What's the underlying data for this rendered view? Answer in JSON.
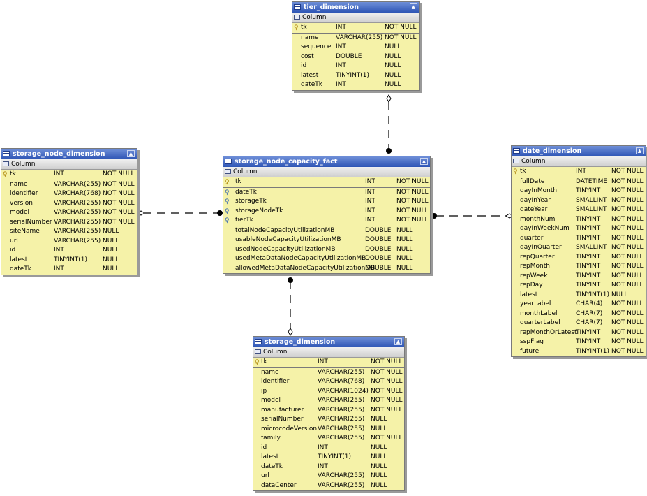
{
  "header_label": "Column",
  "tables": {
    "tier_dimension": {
      "title": "tier_dimension",
      "pk": [
        [
          "tk",
          "INT",
          "NOT NULL"
        ]
      ],
      "fk": [],
      "cols": [
        [
          "name",
          "VARCHAR(255)",
          "NOT NULL"
        ],
        [
          "sequence",
          "INT",
          "NULL"
        ],
        [
          "cost",
          "DOUBLE",
          "NULL"
        ],
        [
          "id",
          "INT",
          "NULL"
        ],
        [
          "latest",
          "TINYINT(1)",
          "NULL"
        ],
        [
          "dateTk",
          "INT",
          "NULL"
        ]
      ]
    },
    "storage_node_dimension": {
      "title": "storage_node_dimension",
      "pk": [
        [
          "tk",
          "INT",
          "NOT NULL"
        ]
      ],
      "fk": [],
      "cols": [
        [
          "name",
          "VARCHAR(255)",
          "NOT NULL"
        ],
        [
          "identifier",
          "VARCHAR(768)",
          "NOT NULL"
        ],
        [
          "version",
          "VARCHAR(255)",
          "NOT NULL"
        ],
        [
          "model",
          "VARCHAR(255)",
          "NOT NULL"
        ],
        [
          "serialNumber",
          "VARCHAR(255)",
          "NOT NULL"
        ],
        [
          "siteName",
          "VARCHAR(255)",
          "NULL"
        ],
        [
          "url",
          "VARCHAR(255)",
          "NULL"
        ],
        [
          "id",
          "INT",
          "NULL"
        ],
        [
          "latest",
          "TINYINT(1)",
          "NULL"
        ],
        [
          "dateTk",
          "INT",
          "NULL"
        ]
      ]
    },
    "storage_node_capacity_fact": {
      "title": "storage_node_capacity_fact",
      "pk": [
        [
          "tk",
          "INT",
          "NOT NULL"
        ]
      ],
      "fk": [
        [
          "dateTk",
          "INT",
          "NOT NULL"
        ],
        [
          "storageTk",
          "INT",
          "NOT NULL"
        ],
        [
          "storageNodeTk",
          "INT",
          "NOT NULL"
        ],
        [
          "tierTk",
          "INT",
          "NOT NULL"
        ]
      ],
      "cols": [
        [
          "totalNodeCapacityUtilizationMB",
          "DOUBLE",
          "NULL"
        ],
        [
          "usableNodeCapacityUtilizationMB",
          "DOUBLE",
          "NULL"
        ],
        [
          "usedNodeCapacityUtilizationMB",
          "DOUBLE",
          "NULL"
        ],
        [
          "usedMetaDataNodeCapacityUtilizationMB",
          "DOUBLE",
          "NULL"
        ],
        [
          "allowedMetaDataNodeCapacityUtilizationMB",
          "DOUBLE",
          "NULL"
        ]
      ]
    },
    "date_dimension": {
      "title": "date_dimension",
      "pk": [
        [
          "tk",
          "INT",
          "NOT NULL"
        ]
      ],
      "fk": [],
      "cols": [
        [
          "fullDate",
          "DATETIME",
          "NOT NULL"
        ],
        [
          "dayInMonth",
          "TINYINT",
          "NOT NULL"
        ],
        [
          "dayInYear",
          "SMALLINT",
          "NOT NULL"
        ],
        [
          "dateYear",
          "SMALLINT",
          "NOT NULL"
        ],
        [
          "monthNum",
          "TINYINT",
          "NOT NULL"
        ],
        [
          "dayInWeekNum",
          "TINYINT",
          "NOT NULL"
        ],
        [
          "quarter",
          "TINYINT",
          "NOT NULL"
        ],
        [
          "dayInQuarter",
          "SMALLINT",
          "NOT NULL"
        ],
        [
          "repQuarter",
          "TINYINT",
          "NOT NULL"
        ],
        [
          "repMonth",
          "TINYINT",
          "NOT NULL"
        ],
        [
          "repWeek",
          "TINYINT",
          "NOT NULL"
        ],
        [
          "repDay",
          "TINYINT",
          "NOT NULL"
        ],
        [
          "latest",
          "TINYINT(1)",
          "NULL"
        ],
        [
          "yearLabel",
          "CHAR(4)",
          "NOT NULL"
        ],
        [
          "monthLabel",
          "CHAR(7)",
          "NOT NULL"
        ],
        [
          "quarterLabel",
          "CHAR(7)",
          "NOT NULL"
        ],
        [
          "repMonthOrLatest",
          "TINYINT",
          "NOT NULL"
        ],
        [
          "sspFlag",
          "TINYINT",
          "NOT NULL"
        ],
        [
          "future",
          "TINYINT(1)",
          "NOT NULL"
        ]
      ]
    },
    "storage_dimension": {
      "title": "storage_dimension",
      "pk": [
        [
          "tk",
          "INT",
          "NOT NULL"
        ]
      ],
      "fk": [],
      "cols": [
        [
          "name",
          "VARCHAR(255)",
          "NOT NULL"
        ],
        [
          "identifier",
          "VARCHAR(768)",
          "NOT NULL"
        ],
        [
          "ip",
          "VARCHAR(1024)",
          "NOT NULL"
        ],
        [
          "model",
          "VARCHAR(255)",
          "NOT NULL"
        ],
        [
          "manufacturer",
          "VARCHAR(255)",
          "NOT NULL"
        ],
        [
          "serialNumber",
          "VARCHAR(255)",
          "NULL"
        ],
        [
          "microcodeVersion",
          "VARCHAR(255)",
          "NULL"
        ],
        [
          "family",
          "VARCHAR(255)",
          "NOT NULL"
        ],
        [
          "id",
          "INT",
          "NULL"
        ],
        [
          "latest",
          "TINYINT(1)",
          "NULL"
        ],
        [
          "dateTk",
          "INT",
          "NULL"
        ],
        [
          "url",
          "VARCHAR(255)",
          "NULL"
        ],
        [
          "dataCenter",
          "VARCHAR(255)",
          "NULL"
        ]
      ]
    }
  }
}
